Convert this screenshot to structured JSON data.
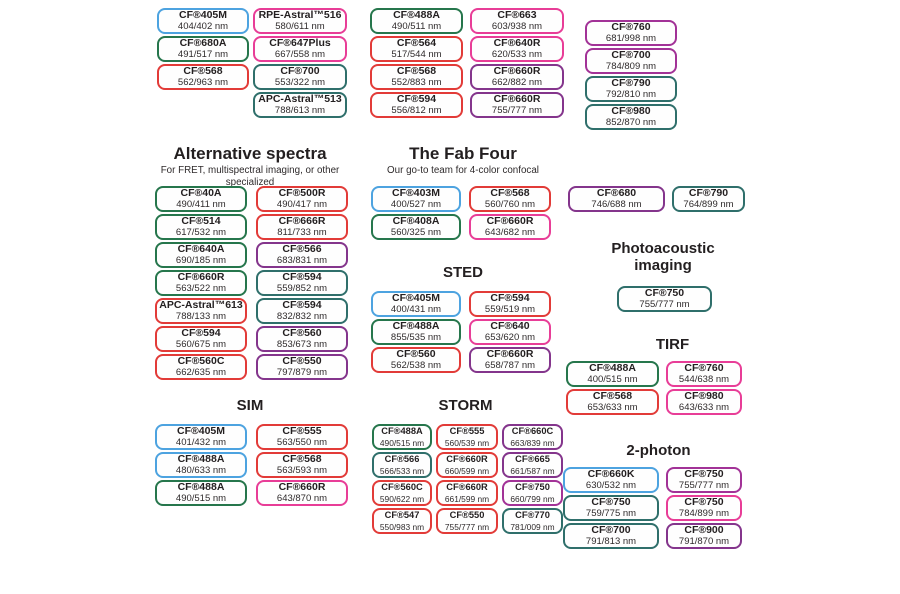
{
  "palette": {
    "blue": "#4da3e0",
    "green": "#26764c",
    "red": "#e23b38",
    "pink": "#e83d97",
    "purple": "#84358c",
    "teal": "#2f6f6b",
    "magenta": "#a23297"
  },
  "groups": {
    "top1": {
      "pills": [
        {
          "name": "CF®405M",
          "values": "404/402 nm",
          "color": "blue"
        },
        {
          "name": "CF®680A",
          "values": "491/517 nm",
          "color": "green"
        },
        {
          "name": "CF®568",
          "values": "562/963 nm",
          "color": "red"
        }
      ]
    },
    "top2": {
      "pills": [
        {
          "name": "RPE-Astral™516",
          "values": "580/611 nm",
          "color": "pink"
        },
        {
          "name": "CF®647Plus",
          "values": "667/558 nm",
          "color": "pink"
        },
        {
          "name": "CF®700",
          "values": "553/322 nm",
          "color": "teal"
        },
        {
          "name": "APC-Astral™513",
          "values": "788/613 nm",
          "color": "teal"
        }
      ]
    },
    "top3": {
      "pills": [
        {
          "name": "CF®488A",
          "values": "490/511 nm",
          "color": "green"
        },
        {
          "name": "CF®564",
          "values": "517/544 nm",
          "color": "red"
        },
        {
          "name": "CF®568",
          "values": "552/883 nm",
          "color": "red"
        },
        {
          "name": "CF®594",
          "values": "556/812 nm",
          "color": "red"
        }
      ]
    },
    "top4": {
      "pills": [
        {
          "name": "CF®663",
          "values": "603/938 nm",
          "color": "pink"
        },
        {
          "name": "CF®640R",
          "values": "620/533 nm",
          "color": "pink"
        },
        {
          "name": "CF®660R",
          "values": "662/882 nm",
          "color": "purple"
        },
        {
          "name": "CF®660R",
          "values": "755/777 nm",
          "color": "purple"
        }
      ]
    },
    "top5": {
      "pills": [
        {
          "name": "CF®760",
          "values": "681/998 nm",
          "color": "magenta"
        },
        {
          "name": "CF®700",
          "values": "784/809 nm",
          "color": "magenta"
        },
        {
          "name": "CF®790",
          "values": "792/810 nm",
          "color": "teal"
        },
        {
          "name": "CF®980",
          "values": "852/870 nm",
          "color": "teal"
        }
      ]
    },
    "alt": {
      "title": "Alternative spectra",
      "subtitle": "For FRET, multispectral imaging, or other specialized",
      "pills": [
        {
          "name": "CF®40A",
          "values": "490/411 nm",
          "color": "green"
        },
        {
          "name": "CF®500R",
          "values": "490/417 nm",
          "color": "red"
        },
        {
          "name": "CF®514",
          "values": "617/532 nm",
          "color": "green"
        },
        {
          "name": "CF®666R",
          "values": "811/733 nm",
          "color": "red"
        },
        {
          "name": "CF®640A",
          "values": "690/185 nm",
          "color": "green"
        },
        {
          "name": "CF®566",
          "values": "683/831 nm",
          "color": "purple"
        },
        {
          "name": "CF®660R",
          "values": "563/522 nm",
          "color": "green"
        },
        {
          "name": "CF®594",
          "values": "559/852 nm",
          "color": "teal"
        },
        {
          "name": "APC-Astral™613",
          "values": "788/133 nm",
          "color": "red"
        },
        {
          "name": "CF®594",
          "values": "832/832 nm",
          "color": "teal"
        },
        {
          "name": "CF®594",
          "values": "560/675 nm",
          "color": "red"
        },
        {
          "name": "CF®560",
          "values": "853/673 nm",
          "color": "purple"
        },
        {
          "name": "CF®560C",
          "values": "662/635 nm",
          "color": "red"
        },
        {
          "name": "CF®550",
          "values": "797/879 nm",
          "color": "purple"
        }
      ]
    },
    "fab": {
      "title": "The Fab Four",
      "subtitle": "Our go-to team for 4-color confocal",
      "pills": [
        {
          "name": "CF®403M",
          "values": "400/527 nm",
          "color": "blue"
        },
        {
          "name": "CF®568",
          "values": "560/760 nm",
          "color": "red"
        },
        {
          "name": "CF®408A",
          "values": "560/325 nm",
          "color": "green"
        },
        {
          "name": "CF®660R",
          "values": "643/682 nm",
          "color": "pink"
        }
      ]
    },
    "sted": {
      "title": "STED",
      "pills": [
        {
          "name": "CF®405M",
          "values": "400/431 nm",
          "color": "blue"
        },
        {
          "name": "CF®594",
          "values": "559/519 nm",
          "color": "red"
        },
        {
          "name": "CF®488A",
          "values": "855/535 nm",
          "color": "green"
        },
        {
          "name": "CF®640",
          "values": "653/620 nm",
          "color": "pink"
        },
        {
          "name": "CF®560",
          "values": "562/538 nm",
          "color": "red"
        },
        {
          "name": "CF®660R",
          "values": "658/787 nm",
          "color": "purple"
        }
      ]
    },
    "sim": {
      "title": "SIM",
      "pills": [
        {
          "name": "CF®405M",
          "values": "401/432 nm",
          "color": "blue"
        },
        {
          "name": "CF®555",
          "values": "563/550 nm",
          "color": "red"
        },
        {
          "name": "CF®488A",
          "values": "480/633 nm",
          "color": "blue"
        },
        {
          "name": "CF®568",
          "values": "563/593 nm",
          "color": "red"
        },
        {
          "name": "CF®488A",
          "values": "490/515 nm",
          "color": "green"
        },
        {
          "name": "CF®660R",
          "values": "643/870 nm",
          "color": "pink"
        }
      ]
    },
    "storm": {
      "title": "STORM",
      "pills": [
        {
          "name": "CF®488A",
          "values": "490/515 nm",
          "color": "green"
        },
        {
          "name": "CF®555",
          "values": "560/539 nm",
          "color": "red"
        },
        {
          "name": "CF®660C",
          "values": "663/839 nm",
          "color": "purple"
        },
        {
          "name": "CF®566",
          "values": "566/533 nm",
          "color": "teal"
        },
        {
          "name": "CF®660R",
          "values": "660/599 nm",
          "color": "red"
        },
        {
          "name": "CF®665",
          "values": "661/587 nm",
          "color": "purple"
        },
        {
          "name": "CF®560C",
          "values": "590/622 nm",
          "color": "red"
        },
        {
          "name": "CF®660R",
          "values": "661/599 nm",
          "color": "red"
        },
        {
          "name": "CF®750",
          "values": "660/799 nm",
          "color": "magenta"
        },
        {
          "name": "CF®547",
          "values": "550/983 nm",
          "color": "red"
        },
        {
          "name": "CF®550",
          "values": "755/777 nm",
          "color": "red"
        },
        {
          "name": "CF®770",
          "values": "781/009 nm",
          "color": "teal"
        }
      ]
    },
    "pair": {
      "pills": [
        {
          "name": "CF®680",
          "values": "746/688 nm",
          "color": "purple"
        },
        {
          "name": "CF®790",
          "values": "764/899 nm",
          "color": "teal"
        }
      ]
    },
    "photo": {
      "title": "Photoacoustic imaging",
      "pills": [
        {
          "name": "CF®750",
          "values": "755/777 nm",
          "color": "teal"
        }
      ]
    },
    "tirf": {
      "title": "TIRF",
      "pills": [
        {
          "name": "CF®488A",
          "values": "400/515 nm",
          "color": "green"
        },
        {
          "name": "CF®760",
          "values": "544/638 nm",
          "color": "pink"
        },
        {
          "name": "CF®568",
          "values": "653/633 nm",
          "color": "red"
        },
        {
          "name": "CF®980",
          "values": "643/633 nm",
          "color": "pink"
        }
      ]
    },
    "twophoton": {
      "title": "2-photon",
      "pills": [
        {
          "name": "CF®660K",
          "values": "630/532 nm",
          "color": "blue"
        },
        {
          "name": "CF®750",
          "values": "755/777 nm",
          "color": "magenta"
        },
        {
          "name": "CF®750",
          "values": "759/775 nm",
          "color": "teal"
        },
        {
          "name": "CF®750",
          "values": "784/899 nm",
          "color": "pink"
        },
        {
          "name": "CF®700",
          "values": "791/813 nm",
          "color": "teal"
        },
        {
          "name": "CF®900",
          "values": "791/870 nm",
          "color": "purple"
        }
      ]
    }
  }
}
